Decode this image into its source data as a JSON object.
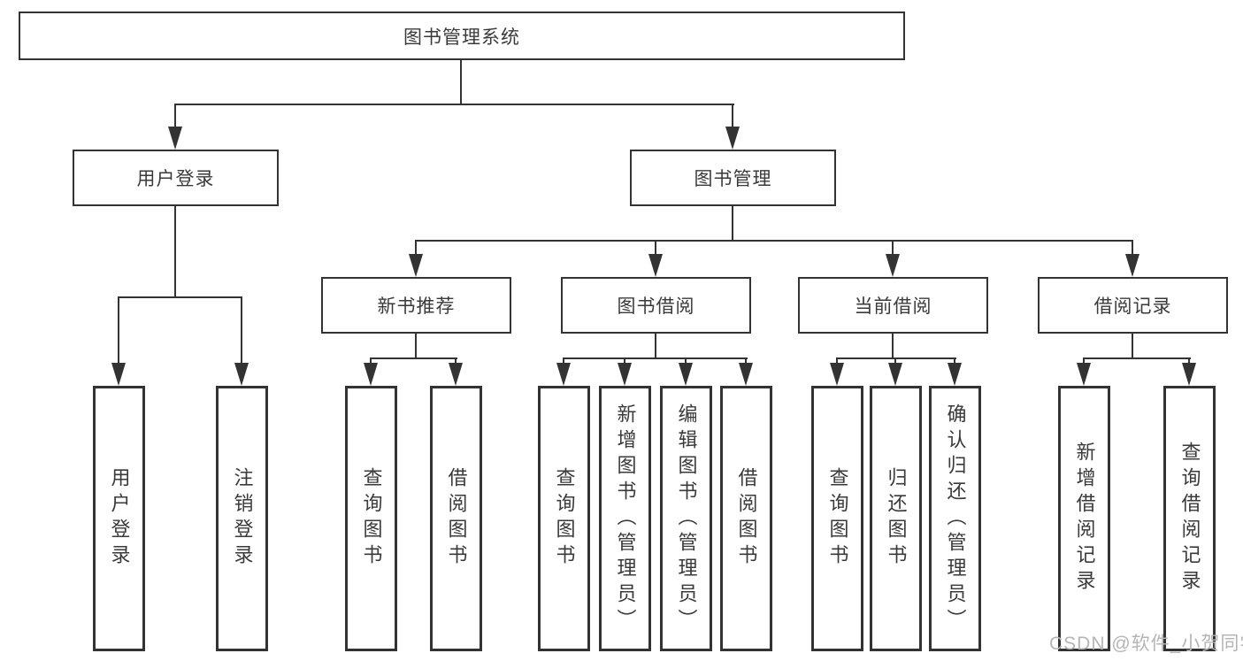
{
  "colors": {
    "line": "#333333",
    "box_border": "#333333",
    "text": "#3a3a3a",
    "watermark": "#b5b5b5",
    "background": "#ffffff"
  },
  "tree": {
    "root": "图书管理系统",
    "level2": [
      {
        "label": "用户登录",
        "children": [
          {
            "label": "用户登录"
          },
          {
            "label": "注销登录"
          }
        ]
      },
      {
        "label": "图书管理",
        "children": [
          {
            "label": "新书推荐",
            "children": [
              {
                "label": "查询图书"
              },
              {
                "label": "借阅图书"
              }
            ]
          },
          {
            "label": "图书借阅",
            "children": [
              {
                "label": "查询图书"
              },
              {
                "label": "新增图书（管理员）"
              },
              {
                "label": "编辑图书（管理员）"
              },
              {
                "label": "借阅图书"
              }
            ]
          },
          {
            "label": "当前借阅",
            "children": [
              {
                "label": "查询图书"
              },
              {
                "label": "归还图书"
              },
              {
                "label": "确认归还（管理员）"
              }
            ]
          },
          {
            "label": "借阅记录",
            "children": [
              {
                "label": "新增借阅记录"
              },
              {
                "label": "查询借阅记录"
              }
            ]
          }
        ]
      }
    ]
  },
  "watermark": {
    "text": "CSDN @软件_小贺同学"
  }
}
